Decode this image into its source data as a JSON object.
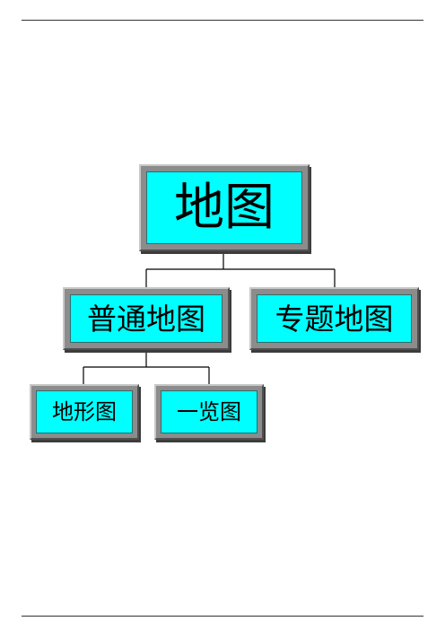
{
  "diagram": {
    "root": {
      "label": "地图"
    },
    "level2": [
      {
        "label": "普通地图"
      },
      {
        "label": "专题地图"
      }
    ],
    "level3": [
      {
        "label": "地形图"
      },
      {
        "label": "一览图"
      }
    ],
    "colors": {
      "node_fill": "#00ffff",
      "node_frame": "#8c8c8c",
      "connector": "#000000",
      "rule": "#333333"
    }
  }
}
